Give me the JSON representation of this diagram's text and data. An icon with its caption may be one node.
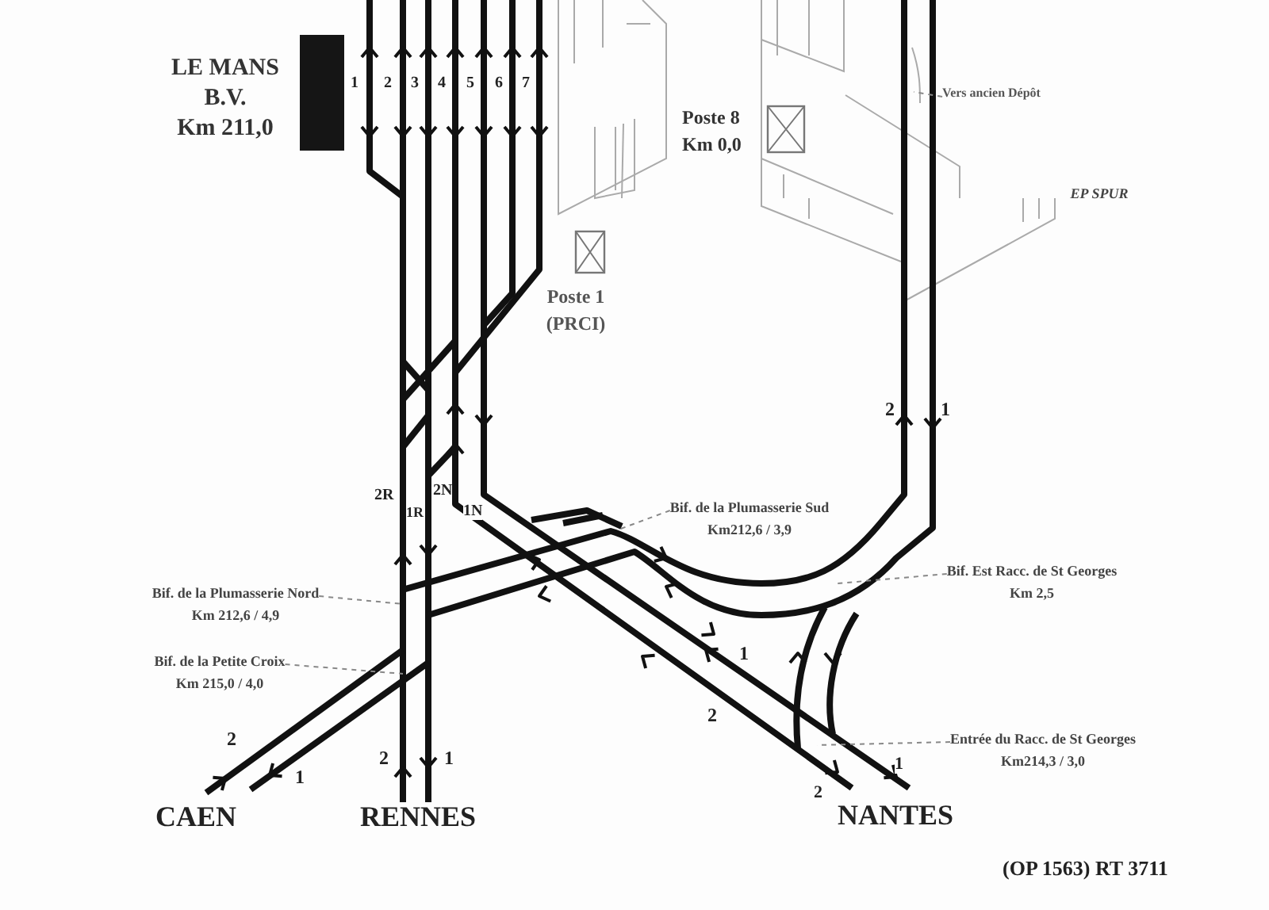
{
  "diagram": {
    "nodes": [
      {
        "text": [
          "LE MANS B.V.",
          "Km 211,0"
        ]
      },
      {
        "text": [
          "Poste 8 Km 0,0"
        ]
      },
      {
        "text": [
          "Poste 1 (PRCI)"
        ]
      },
      {
        "text": [
          "Vers ancien Dépôt"
        ]
      },
      {
        "text": [
          "Bif. de la Plumasserie Sud",
          "Km212,6 / 3,9"
        ]
      },
      {
        "text": [
          "Bif. Est Racc. de St Georges",
          "Km 2,5"
        ]
      },
      {
        "text": [
          "Bif. de la Plumasserie Nord",
          "Km 212,6 / 4,9"
        ]
      },
      {
        "text": [
          "Bif. de la Petite Croix",
          "Km 215,0 / 4,0"
        ]
      },
      {
        "text": [
          "Entrée du Racc. de St Georges",
          "Km214,3 / 3,0"
        ]
      }
    ],
    "edges": [
      {
        "from": 3,
        "to": null,
        "arrow": "none",
        "style": "dashed"
      },
      {
        "from": 4,
        "to": null,
        "arrow": "none",
        "style": "dashed"
      },
      {
        "from": 5,
        "to": null,
        "arrow": "none",
        "style": "dashed"
      },
      {
        "from": 6,
        "to": null,
        "arrow": "none",
        "style": "dashed"
      },
      {
        "from": 7,
        "to": null,
        "arrow": "none",
        "style": "dashed"
      },
      {
        "from": 8,
        "to": null,
        "arrow": "none",
        "style": "dashed"
      }
    ],
    "labels": [
      "1",
      "2",
      "3",
      "4",
      "5",
      "6",
      "7",
      "EP SPUR",
      "2",
      "1",
      "2R",
      "1R",
      "2N",
      "1N",
      "1",
      "2",
      "2",
      "1",
      "2",
      "1",
      "2",
      "1",
      "CAEN",
      "RENNES",
      "NANTES",
      "(OP 1563) RT 3711"
    ]
  }
}
